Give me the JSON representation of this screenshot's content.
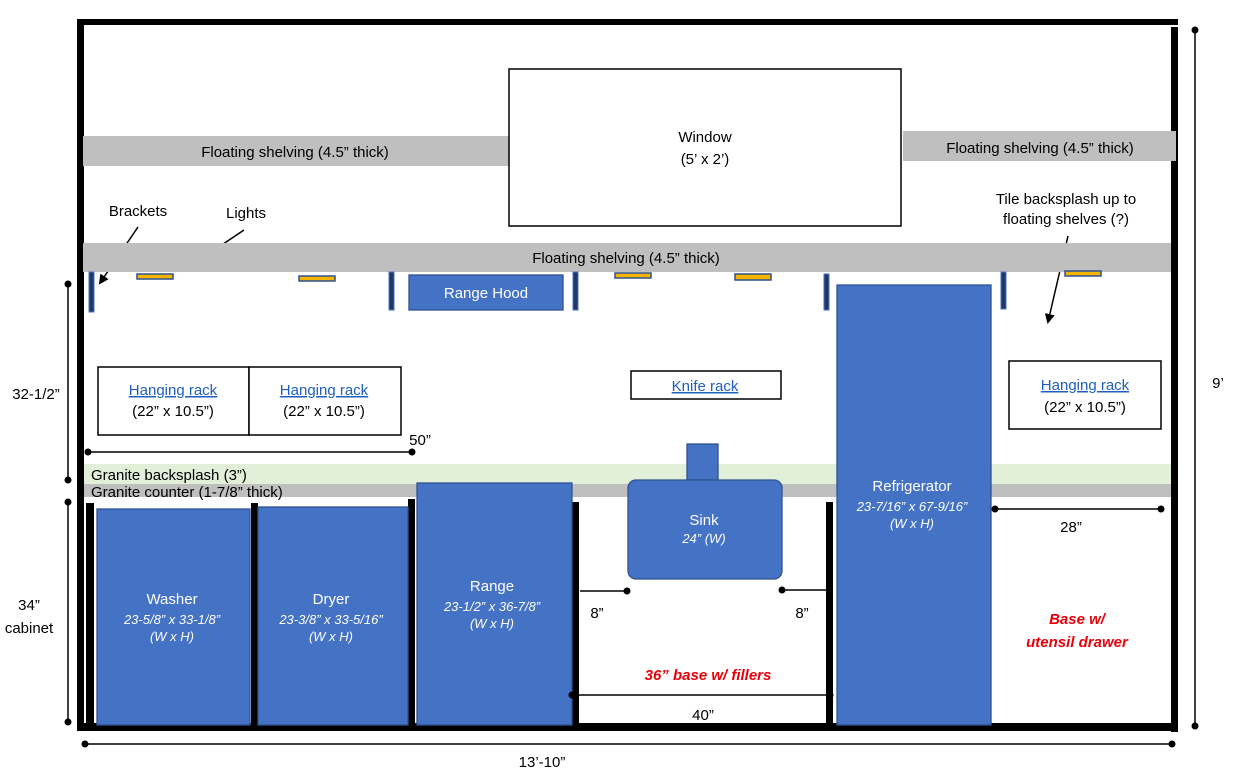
{
  "window": {
    "title": "Window",
    "size": "(5’ x 2’)"
  },
  "shelves": {
    "upper_left": "Floating shelving (4.5” thick)",
    "upper_right": "Floating shelving (4.5” thick)",
    "lower": "Floating shelving (4.5” thick)"
  },
  "callouts": {
    "brackets": "Brackets",
    "lights": "Lights",
    "tile_line1": "Tile backsplash up to",
    "tile_line2": "floating shelves (?)"
  },
  "range_hood": "Range Hood",
  "racks": {
    "hanging_1": {
      "name": "Hanging rack",
      "size": "(22” x 10.5”)"
    },
    "hanging_2": {
      "name": "Hanging rack",
      "size": "(22” x 10.5”)"
    },
    "hanging_3": {
      "name": "Hanging rack",
      "size": "(22” x 10.5”)"
    },
    "knife": {
      "name": "Knife rack"
    }
  },
  "counter": {
    "backsplash": "Granite backsplash (3”)",
    "counter": "Granite counter (1-7/8” thick)"
  },
  "appliances": {
    "washer": {
      "name": "Washer",
      "dims": "23-5/8” x 33-1/8”",
      "wh": "(W x H)"
    },
    "dryer": {
      "name": "Dryer",
      "dims": "23-3/8” x 33-5/16”",
      "wh": "(W x H)"
    },
    "range": {
      "name": "Range",
      "dims": "23-1/2” x 36-7/8”",
      "wh": "(W x H)"
    },
    "sink": {
      "name": "Sink",
      "dims": "24”  (W)"
    },
    "refrigerator": {
      "name": "Refrigerator",
      "dims": "23-7/16” x 67-9/16”",
      "wh": "(W x H)"
    }
  },
  "cabinets": {
    "base_fillers": "36” base w/ fillers",
    "utensil_line1": "Base w/",
    "utensil_line2": "utensil drawer"
  },
  "dimensions": {
    "height_32": "32-1/2”",
    "span_50": "50”",
    "cabinet_34": "34”",
    "cabinet_word": "cabinet",
    "gap_left_8": "8”",
    "gap_right_8": "8”",
    "base_40": "40”",
    "utensil_28": "28”",
    "wall_height": "9’",
    "wall_width": "13’-10”"
  },
  "colors": {
    "appliance": "#4472c4",
    "shelf": "#bfbfbf",
    "backsplash": "#e2efd9",
    "counter": "#bfbfbf",
    "light": "#f5b400",
    "link": "#1f5fbf",
    "alert": "#e8000b"
  }
}
